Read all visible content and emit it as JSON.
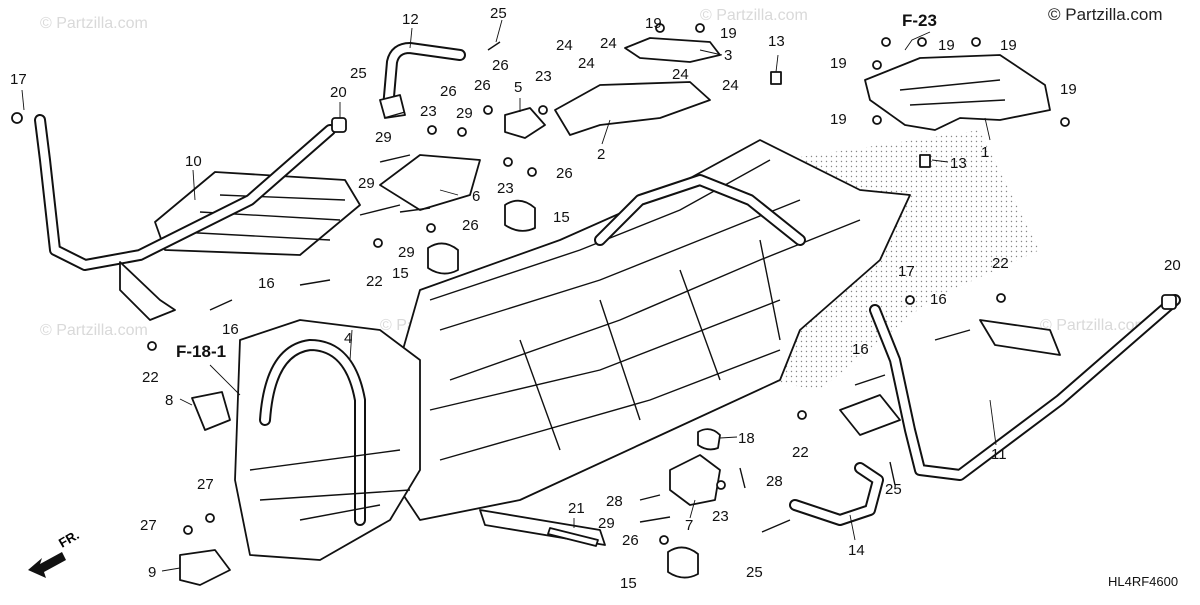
{
  "copyright": "© Partzilla.com",
  "watermark": "© Partzilla.com",
  "diagram_code": "HL4RF4600",
  "front_arrow_label": "FR.",
  "references": [
    "F-23",
    "F-18-1"
  ],
  "callouts": {
    "c1": "1",
    "c2": "2",
    "c3": "3",
    "c4": "4",
    "c5": "5",
    "c6": "6",
    "c7": "7",
    "c8": "8",
    "c9": "9",
    "c10": "10",
    "c11": "11",
    "c12": "12",
    "c13a": "13",
    "c13b": "13",
    "c14": "14",
    "c15a": "15",
    "c15b": "15",
    "c15c": "15",
    "c16a": "16",
    "c16b": "16",
    "c16c": "16",
    "c16d": "16",
    "c17a": "17",
    "c17b": "17",
    "c18": "18",
    "c19a": "19",
    "c19b": "19",
    "c19c": "19",
    "c19d": "19",
    "c19e": "19",
    "c19f": "19",
    "c19g": "19",
    "c20a": "20",
    "c20b": "20",
    "c21": "21",
    "c22a": "22",
    "c22b": "22",
    "c22c": "22",
    "c22d": "22",
    "c23a": "23",
    "c23b": "23",
    "c23c": "23",
    "c23d": "23",
    "c24a": "24",
    "c24b": "24",
    "c24c": "24",
    "c24d": "24",
    "c24e": "24",
    "c25a": "25",
    "c25b": "25",
    "c25c": "25",
    "c25d": "25",
    "c26a": "26",
    "c26b": "26",
    "c26c": "26",
    "c26d": "26",
    "c26e": "26",
    "c26f": "26",
    "c27a": "27",
    "c27b": "27",
    "c28a": "28",
    "c28b": "28",
    "c29a": "29",
    "c29b": "29",
    "c29c": "29",
    "c29d": "29"
  }
}
